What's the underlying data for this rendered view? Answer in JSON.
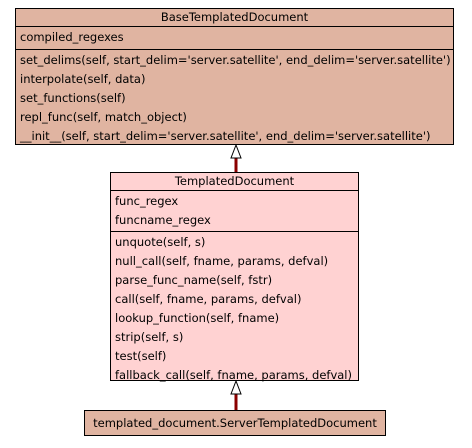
{
  "classes": {
    "base": {
      "name": "BaseTemplatedDocument",
      "attributes": [
        "compiled_regexes"
      ],
      "methods": [
        "set_delims(self, start_delim='server.satellite', end_delim='server.satellite')",
        "interpolate(self, data)",
        "set_functions(self)",
        "repl_func(self, match_object)",
        "__init__(self, start_delim='server.satellite', end_delim='server.satellite')"
      ]
    },
    "templated": {
      "name": "TemplatedDocument",
      "attributes": [
        "func_regex",
        "funcname_regex"
      ],
      "methods": [
        "unquote(self, s)",
        "null_call(self, fname, params, defval)",
        "parse_func_name(self, fstr)",
        "call(self, fname, params, defval)",
        "lookup_function(self, fname)",
        "strip(self, s)",
        "test(self)",
        "fallback_call(self, fname, params, defval)"
      ]
    },
    "server": {
      "name": "templated_document.ServerTemplatedDocument"
    }
  },
  "colors": {
    "base_fill": "#e0b4a1",
    "templated_fill": "#ffd2d2",
    "server_fill": "#e0b4a1",
    "inheritance_line": "#8b0000"
  }
}
